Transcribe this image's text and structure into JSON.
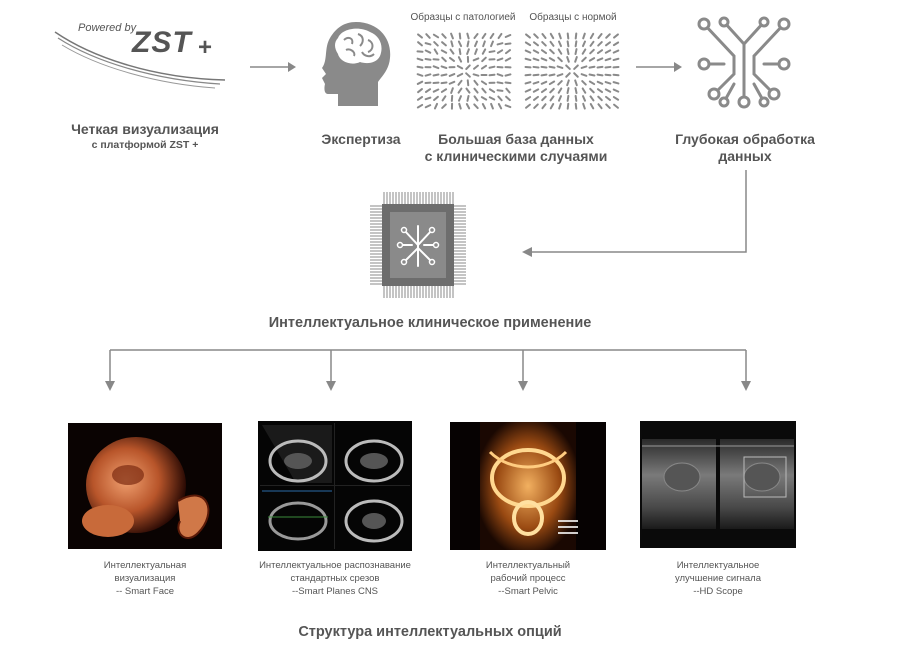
{
  "logo": {
    "powered_by": "Powered by",
    "brand": "ZST",
    "plus": "+"
  },
  "top_row": {
    "visualization": {
      "line1": "Четкая визуализация",
      "line2": "с платформой ZST +"
    },
    "expertise": {
      "label": "Экспертиза"
    },
    "database": {
      "line1": "Большая база данных",
      "line2": "с клиническими случаями",
      "pathology_label": "Образцы с патологией",
      "normal_label": "Образцы с нормой"
    },
    "deep": {
      "line1": "Глубокая обработка",
      "line2": "данных"
    }
  },
  "chip": {
    "label": "Интеллектуальное клиническое применение"
  },
  "options": [
    {
      "line1": "Интеллектуальная",
      "line2": "визуализация",
      "line3": "-- Smart Face"
    },
    {
      "line1": "Интеллектуальное распознавание",
      "line2": "стандартных срезов",
      "line3": "--Smart Planes CNS"
    },
    {
      "line1": "Интеллектуальный",
      "line2": "рабочий процесс",
      "line3": "--Smart Pelvic"
    },
    {
      "line1": "Интеллектуальное",
      "line2": "улучшение сигнала",
      "line3": "--HD Scope"
    }
  ],
  "footer": {
    "title": "Структура интеллектуальных опций"
  },
  "colors": {
    "text": "#555555",
    "arrow": "#888888",
    "chip": "#6d6d6d",
    "icon": "#8a8a8a"
  }
}
